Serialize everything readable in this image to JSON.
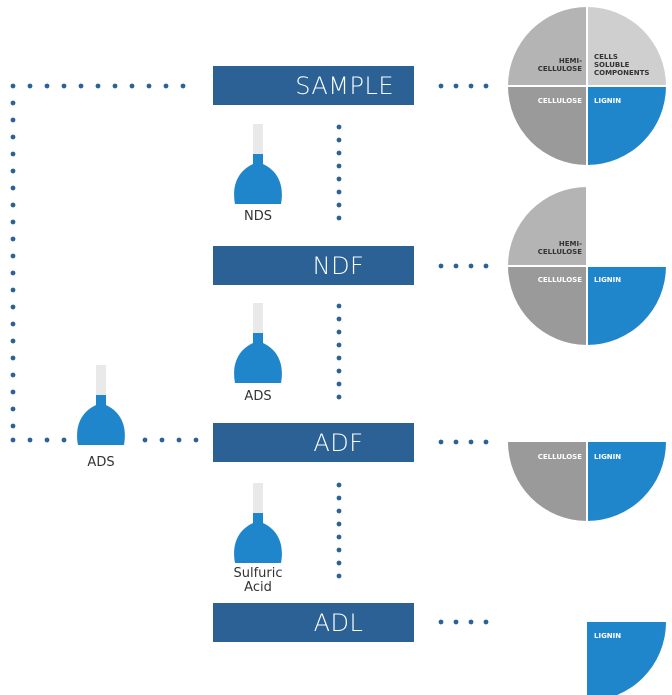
{
  "steps": {
    "sample": "SAMPLE",
    "ndf": "NDF",
    "adf": "ADF",
    "adl": "ADL"
  },
  "reagents": {
    "nds": "NDS",
    "ads_vertical": "ADS",
    "ads_side": "ADS",
    "sulfuric_line1": "Sulfuric",
    "sulfuric_line2": "Acid"
  },
  "fractions": {
    "sample": {
      "hemicellulose_line1": "HEMI-",
      "hemicellulose_line2": "CELLULOSE",
      "cells_line1": "CELLS",
      "cells_line2": "SOLUBLE",
      "cells_line3": "COMPONENTS",
      "cellulose": "CELLULOSE",
      "lignin": "LIGNIN"
    },
    "ndf": {
      "hemicellulose_line1": "HEMI-",
      "hemicellulose_line2": "CELLULOSE",
      "cellulose": "CELLULOSE",
      "lignin": "LIGNIN"
    },
    "adf": {
      "cellulose": "CELLULOSE",
      "lignin": "LIGNIN"
    },
    "adl": {
      "lignin": "LIGNIN"
    }
  },
  "colors": {
    "box": "#2c6196",
    "dots": "#2c6196",
    "flask_body": "#1f86cc",
    "flask_neck": "#e9e9e9",
    "hemicellulose": "#b4b4b4",
    "cells": "#cfcfcf",
    "cellulose": "#9a9a9a",
    "lignin": "#1f86cc"
  }
}
